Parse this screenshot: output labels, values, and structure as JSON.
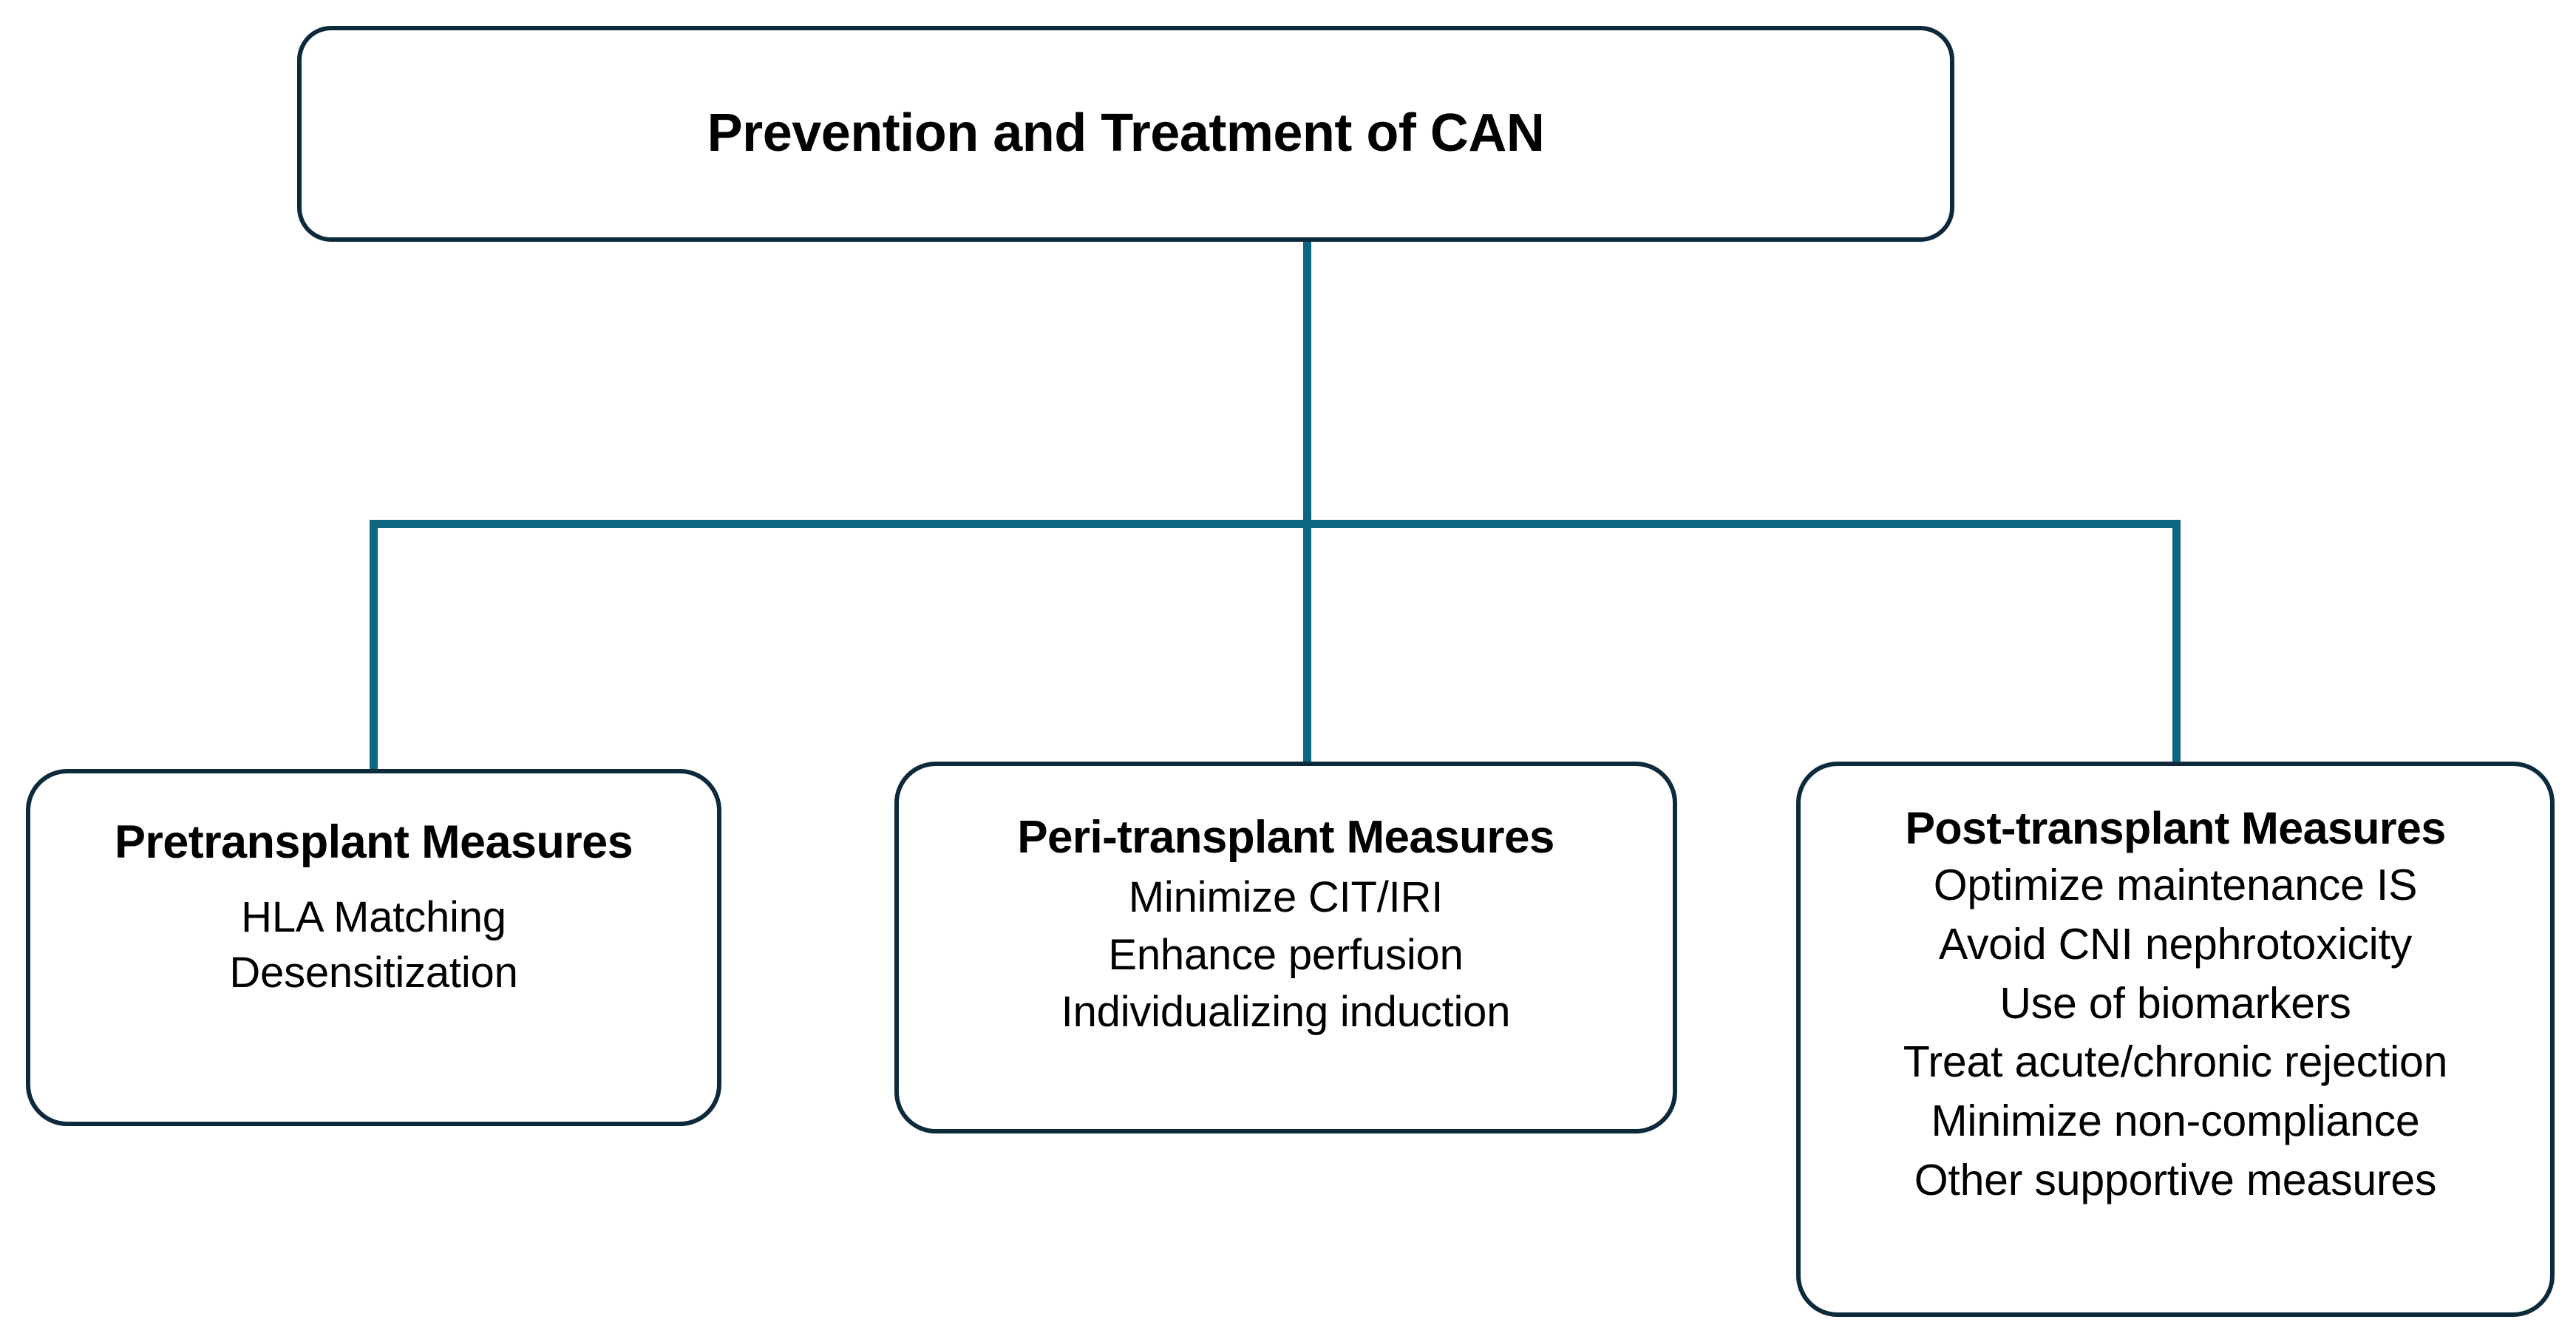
{
  "diagram": {
    "type": "hierarchy-flowchart",
    "colors": {
      "box_border": "#0d2a3d",
      "connector": "#0d6680",
      "background": "#ffffff",
      "text": "#000000"
    },
    "root": {
      "title": "Prevention and Treatment of CAN"
    },
    "branches": [
      {
        "id": "pretransplant",
        "heading": "Pretransplant Measures",
        "lines": [
          "HLA Matching",
          "Desensitization"
        ]
      },
      {
        "id": "peritransplant",
        "heading": "Peri-transplant Measures",
        "lines": [
          "Minimize CIT/IRI",
          "Enhance perfusion",
          "Individualizing induction"
        ]
      },
      {
        "id": "posttransplant",
        "heading": "Post-transplant Measures",
        "lines": [
          "Optimize maintenance IS",
          "Avoid CNI nephrotoxicity",
          "Use of biomarkers",
          "Treat acute/chronic rejection",
          "Minimize non-compliance",
          "Other supportive measures"
        ]
      }
    ]
  }
}
